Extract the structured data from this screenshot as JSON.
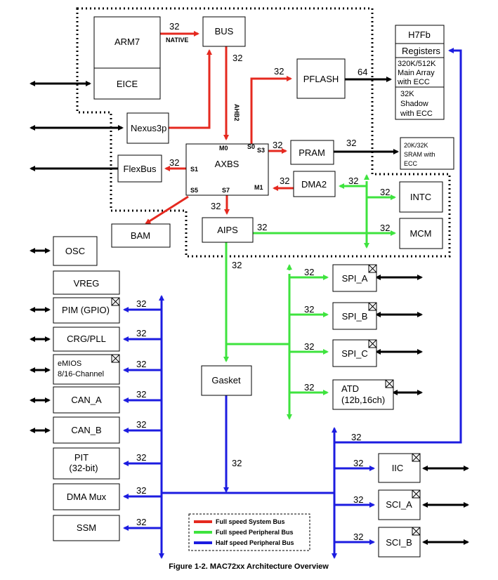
{
  "caption": "Figure 1-2. MAC72xx Architecture Overview",
  "blocks": {
    "arm7": "ARM7",
    "eice": "EICE",
    "bus": "BUS",
    "nexus": "Nexus3p",
    "flexbus": "FlexBus",
    "axbs": "AXBS",
    "bam": "BAM",
    "aips": "AIPS",
    "pflash": "PFLASH",
    "pram": "PRAM",
    "dma2": "DMA2",
    "intc": "INTC",
    "mcm": "MCM",
    "osc": "OSC",
    "vreg": "VREG",
    "pim": "PIM (GPIO)",
    "crg": "CRG/PLL",
    "emios_1": "eMIOS",
    "emios_2": "8/16-Channel",
    "can_a": "CAN_A",
    "can_b": "CAN_B",
    "pit_1": "PIT",
    "pit_2": "(32-bit)",
    "dmamux": "DMA Mux",
    "ssm": "SSM",
    "gasket": "Gasket",
    "spi_a": "SPI_A",
    "spi_b": "SPI_B",
    "spi_c": "SPI_C",
    "atd_1": "ATD",
    "atd_2": "(12b,16ch)",
    "iic": "IIC",
    "sci_a": "SCI_A",
    "sci_b": "SCI_B",
    "h7fb": "H7Fb",
    "registers": "Registers",
    "main_1": "320K/512K",
    "main_2": "Main Array",
    "main_3": "with ECC",
    "shadow_1": "32K",
    "shadow_2": "Shadow",
    "shadow_3": "with ECC",
    "sram_1": "20K/32K",
    "sram_2": "SRAM with",
    "sram_3": "ECC"
  },
  "ports": {
    "m0": "M0",
    "s0": "S0",
    "s3": "S3",
    "s1": "S1",
    "s5": "S5",
    "s7": "S7",
    "m1": "M1"
  },
  "bus_labels": {
    "native": "NATIVE",
    "ahb2": "AHB2",
    "width_32": "32",
    "width_64": "64"
  },
  "legend": {
    "red": "Full speed System Bus",
    "green": "Full speed Peripheral Bus",
    "blue": "Half speed Peripheral Bus"
  },
  "colors": {
    "system_bus": "#e5291f",
    "full_peripheral_bus": "#3ee33e",
    "half_peripheral_bus": "#1c1ce0"
  }
}
